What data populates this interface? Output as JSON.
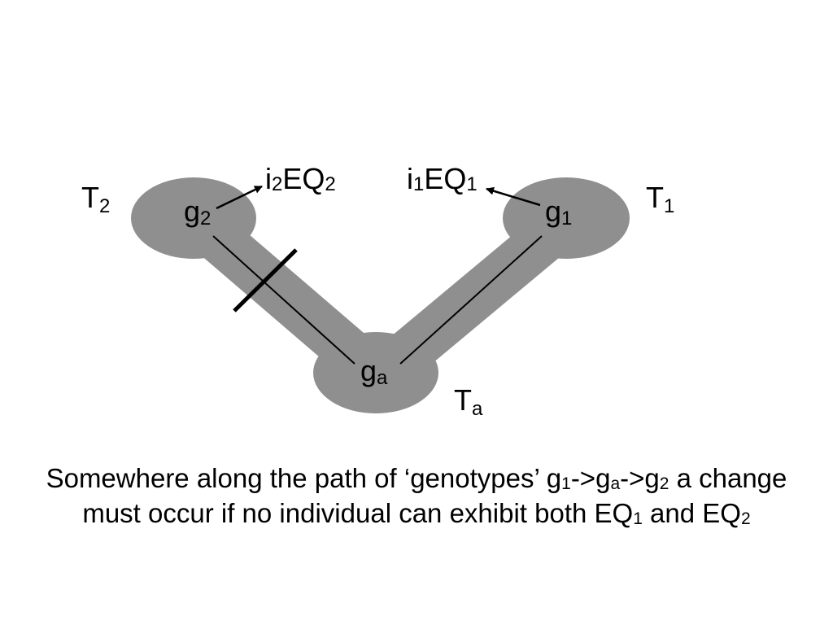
{
  "diagram": {
    "trait_T2": {
      "base": "T",
      "sub": "2"
    },
    "trait_T1": {
      "base": "T",
      "sub": "1"
    },
    "trait_Ta": {
      "base": "T",
      "sub": "a"
    },
    "genotype_g2": {
      "base": "g",
      "sub": "2"
    },
    "genotype_g1": {
      "base": "g",
      "sub": "1"
    },
    "genotype_ga": {
      "base": "g",
      "sub": "a"
    },
    "outcome_left": {
      "p1": "i",
      "s1": "2",
      "p2": "EQ",
      "s2": "2"
    },
    "outcome_right": {
      "p1": "i",
      "s1": "1",
      "p2": "EQ",
      "s2": "1"
    },
    "colors": {
      "region_fill": "#8f8f8f",
      "line": "#000000",
      "text": "#000000"
    }
  },
  "caption": {
    "line1": {
      "t1": "Somewhere along the path of ‘genotypes’ g",
      "s1": "1",
      "t2": "->g",
      "s2": "a",
      "t3": "->g",
      "s3": "2",
      "t4": " a change"
    },
    "line2": {
      "t1": "must occur if no individual can exhibit both EQ",
      "s1": "1",
      "t2": " and EQ",
      "s2": "2"
    }
  }
}
